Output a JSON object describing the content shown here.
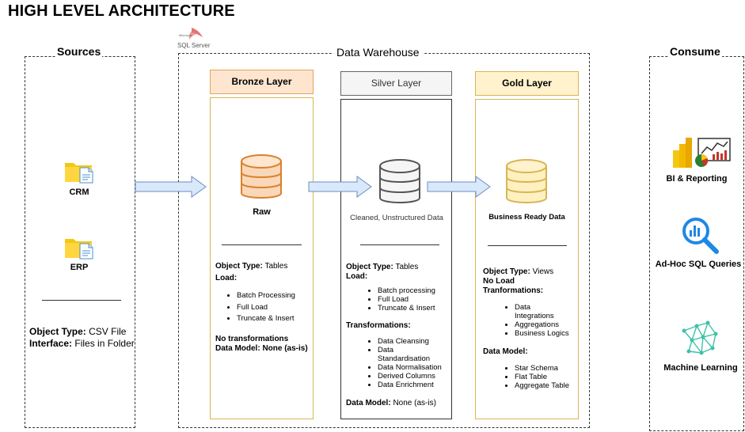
{
  "title": "HIGH LEVEL ARCHITECTURE",
  "sources": {
    "label": "Sources",
    "items": [
      {
        "label": "CRM",
        "icon": "folder-file-icon"
      },
      {
        "label": "ERP",
        "icon": "folder-file-icon"
      }
    ],
    "object_type_label": "Object Type:",
    "object_type_value": "CSV File",
    "interface_label": "Interface:",
    "interface_value": "Files in Folder"
  },
  "warehouse": {
    "label": "Data Warehouse",
    "sql_server_logo": "SQL Server",
    "sql_server_small": "Microsoft"
  },
  "bronze": {
    "header": "Bronze Layer",
    "caption": "Raw",
    "object_type_label": "Object Type:",
    "object_type_value": "Tables",
    "load_label": "Load:",
    "load_items": [
      "Batch Processing",
      "Full Load",
      "Truncate & Insert"
    ],
    "transform_note": "No transformations",
    "data_model": "Data Model: None (as-is)",
    "colors": {
      "fill": "#fde5cf",
      "border": "#e8a157",
      "body_border": "#d6b656"
    }
  },
  "silver": {
    "header": "Silver Layer",
    "caption": "Cleaned, Unstructured Data",
    "object_type_label": "Object Type:",
    "object_type_value": "Tables",
    "load_label": "Load:",
    "load_items": [
      "Batch processing",
      "Full Load",
      "Truncate & Insert"
    ],
    "transform_label": "Transformations:",
    "transform_items": [
      "Data Cleansing",
      "Data Standardisation",
      "Data Normalisation",
      "Derived Columns",
      "Data Enrichment"
    ],
    "data_model_label": "Data Model:",
    "data_model_value": "None (as-is)",
    "colors": {
      "fill": "#f5f5f5",
      "border": "#666666"
    }
  },
  "gold": {
    "header": "Gold Layer",
    "caption": "Business Ready Data",
    "object_type_label": "Object Type:",
    "object_type_value": "Views",
    "load_note": "No Load",
    "transform_label": "Tranformations:",
    "transform_items": [
      "Data Integrations",
      "Aggregations",
      "Business Logics"
    ],
    "data_model_label": "Data Model:",
    "data_model_items": [
      "Star Schema",
      "Flat Table",
      "Aggregate Table"
    ],
    "colors": {
      "fill": "#fff2cc",
      "border": "#d6b656"
    }
  },
  "consume": {
    "label": "Consume",
    "items": [
      {
        "label": "BI & Reporting",
        "icon": "bi-reporting-icon"
      },
      {
        "label": "Ad-Hoc SQL Queries",
        "icon": "magnifier-chart-icon"
      },
      {
        "label": "Machine Learning",
        "icon": "network-graph-icon"
      }
    ]
  },
  "colors": {
    "arrow_fill": "#dae8fc",
    "arrow_stroke": "#6c8ebf"
  }
}
